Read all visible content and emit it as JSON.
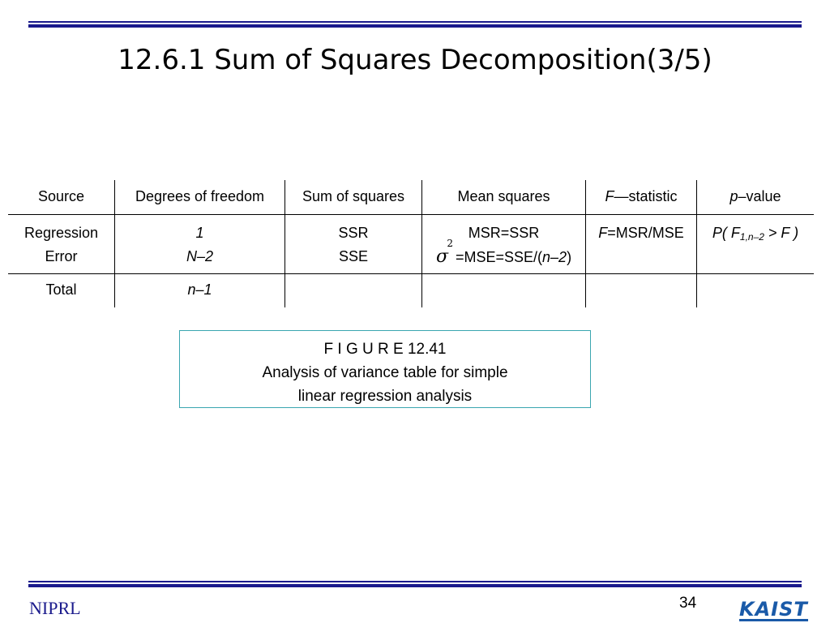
{
  "title": "12.6.1 Sum of Squares Decomposition(3/5)",
  "table": {
    "headers": [
      "Source",
      "Degrees of freedom",
      "Sum of squares",
      "Mean squares",
      "F—statistic",
      "p–value"
    ],
    "header_f_symbol": "F",
    "header_f_rest": "—statistic",
    "header_p_symbol": "p",
    "header_p_rest": "–value",
    "regression": {
      "source": "Regression",
      "df": "1",
      "ss": "SSR",
      "ms": "MSR=SSR",
      "f_symbol": "F",
      "f_rest": "=MSR/MSE",
      "p_prefix": "P( F",
      "p_sub": "1,n–2",
      "p_suffix": " > F )"
    },
    "error": {
      "source": "Error",
      "df": "N–2",
      "ss": "SSE",
      "sigma": "σ",
      "sigma_sup": "2",
      "ms_rest": " =MSE=SSE/(",
      "ms_italic": "n–2",
      "ms_close": ")"
    },
    "total": {
      "source": "Total",
      "df": "n–1"
    }
  },
  "caption": {
    "line1": "F I G U R E 12.41",
    "line2": "Analysis of variance table for simple",
    "line3": "linear regression analysis"
  },
  "footer": {
    "org": "NIPRL",
    "page_number": "34",
    "logo": "KAIST"
  }
}
